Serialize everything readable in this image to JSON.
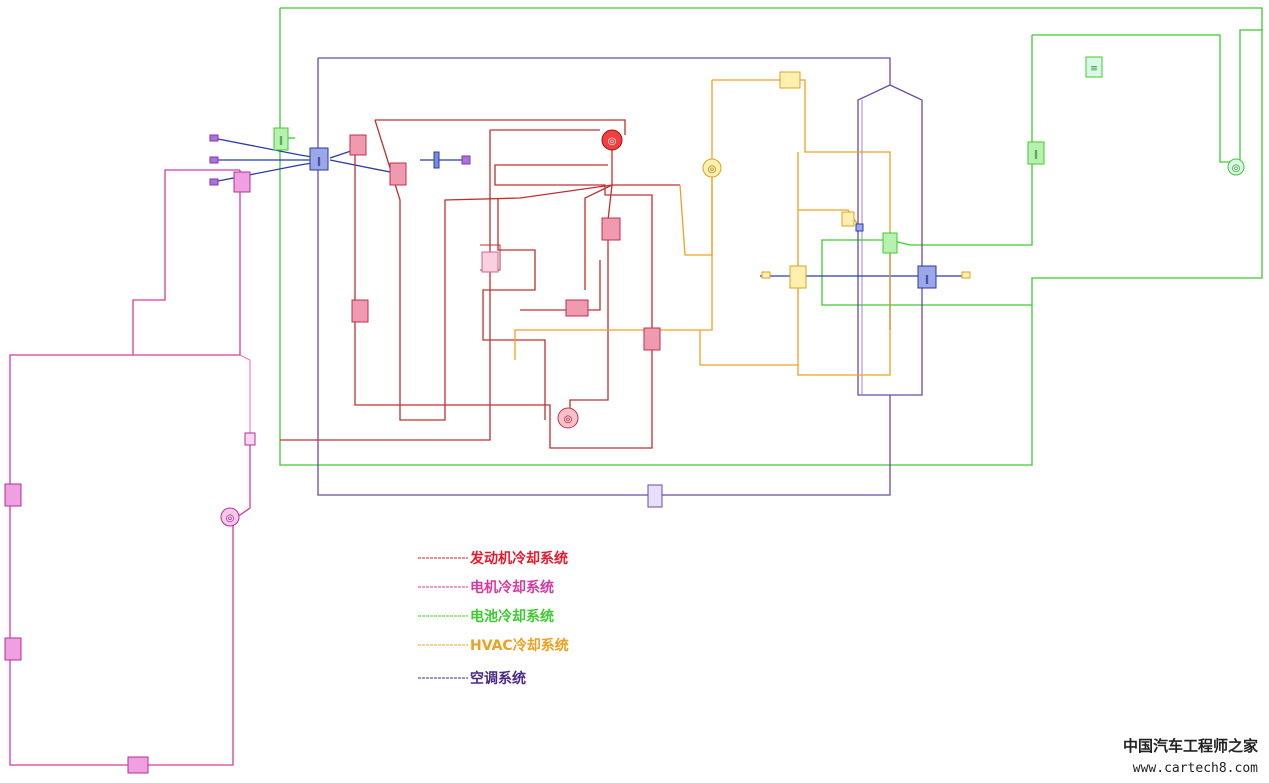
{
  "colors": {
    "engine": "#e8192c",
    "motor": "#d63aa0",
    "battery": "#3ecb2e",
    "hvac": "#f0a020",
    "ac": "#4a2a8a",
    "engine_dark": "#b03030",
    "blue": "#2a3aa8"
  },
  "legend": [
    {
      "label": "发动机冷却系统",
      "color_key": "engine"
    },
    {
      "label": "电机冷却系统",
      "color_key": "motor"
    },
    {
      "label": "电池冷却系统",
      "color_key": "battery"
    },
    {
      "label": "HVAC冷却系统",
      "color_key": "hvac"
    },
    {
      "label": "空调系统",
      "color_key": "ac"
    }
  ],
  "watermark": {
    "line1": "中国汽车工程师之家",
    "line2": "www.cartech8.com"
  },
  "icons": {
    "component_glyph": "‖",
    "pump_glyph": "◎",
    "tank_glyph": "≡"
  }
}
